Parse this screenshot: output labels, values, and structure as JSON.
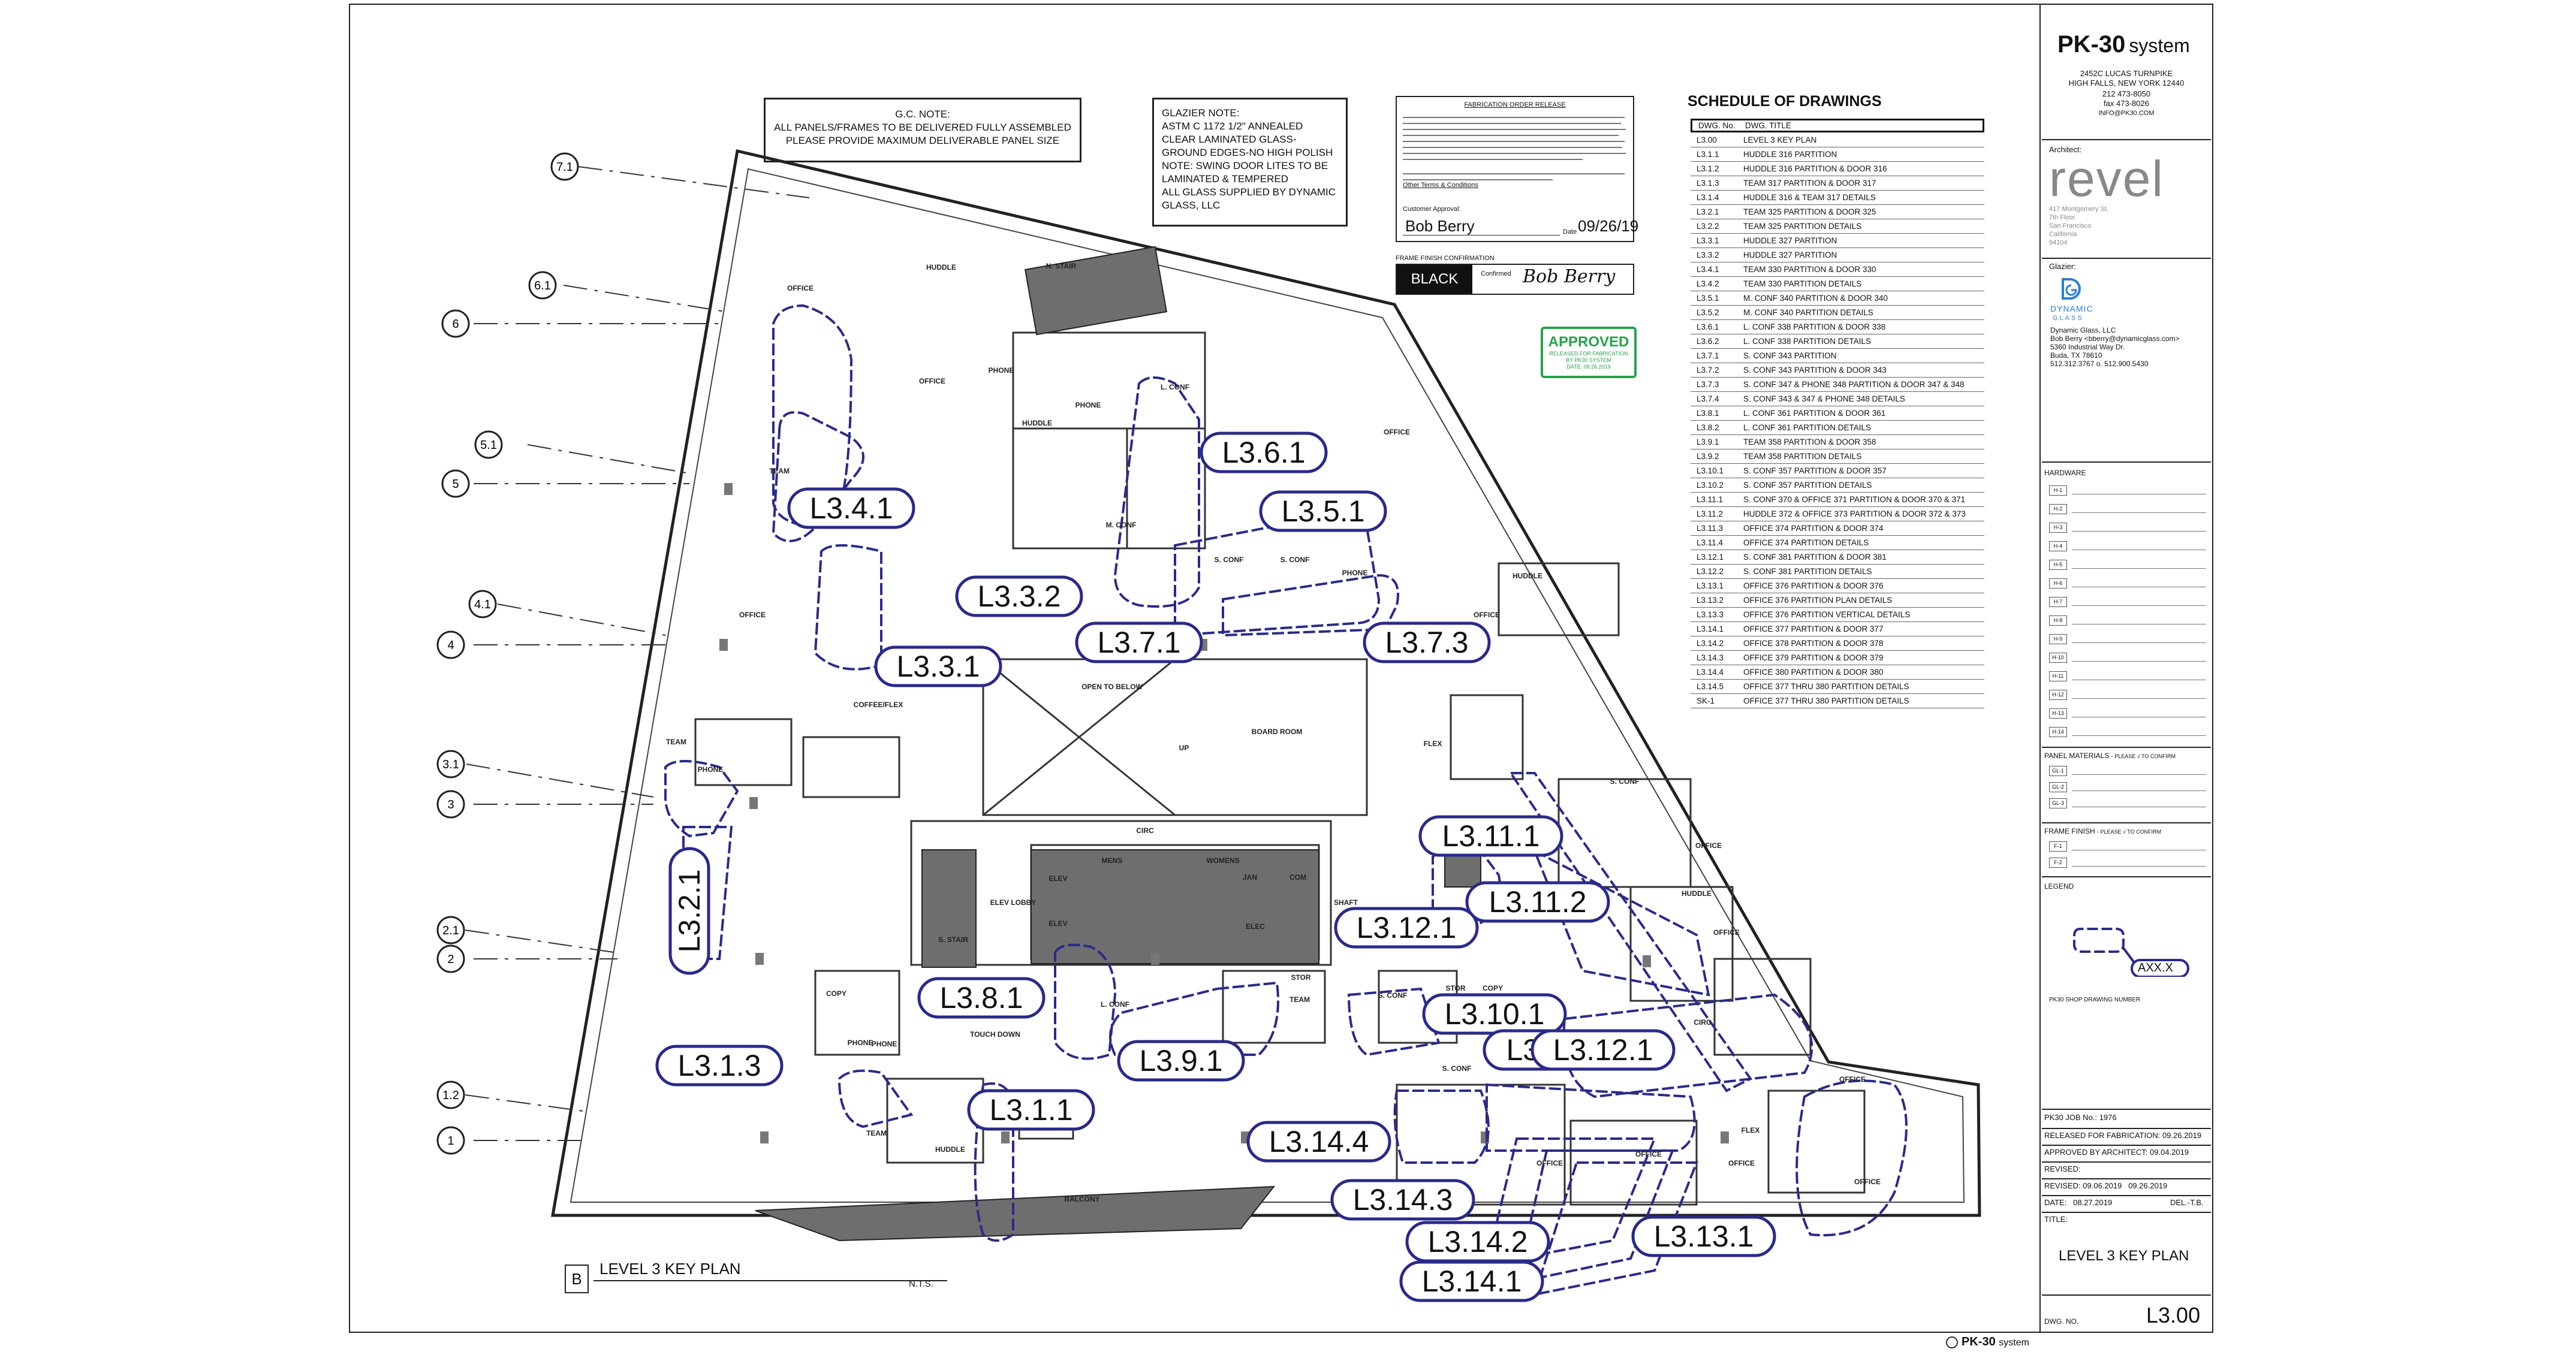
{
  "gc_note": {
    "title": "G.C. NOTE:",
    "line1": "ALL PANELS/FRAMES TO BE DELIVERED FULLY ASSEMBLED",
    "line2": "PLEASE PROVIDE MAXIMUM DELIVERABLE PANEL SIZE"
  },
  "glazier_note": {
    "title": "GLAZIER NOTE:",
    "lines": [
      "ASTM C 1172 1/2\" ANNEALED",
      "CLEAR LAMINATED GLASS-",
      "GROUND EDGES-NO HIGH POLISH",
      "NOTE: SWING DOOR LITES TO BE",
      "LAMINATED & TEMPERED",
      "ALL GLASS SUPPLIED BY DYNAMIC",
      "GLASS, LLC"
    ]
  },
  "release": {
    "title": "FABRICATION ORDER RELEASE",
    "other_terms": "Other Terms & Conditions",
    "customer_approval": "Customer Approval:",
    "signer": "Bob Berry",
    "date_label": "Date",
    "date": "09/26/19"
  },
  "finish_confirm": {
    "title": "FRAME FINISH CONFIRMATION",
    "color": "BLACK",
    "confirm_label": "Confirmed",
    "signature": "Bob Berry"
  },
  "stamp": {
    "title": "APPROVED",
    "line1": "RELEASED FOR FABRICATION",
    "line2": "BY PK30 SYSTEM",
    "line3": "DATE: 09.26.2019"
  },
  "schedule": {
    "title": "SCHEDULE OF DRAWINGS",
    "col_no": "DWG. No.",
    "col_title": "DWG. TITLE",
    "rows": [
      {
        "no": "L3.00",
        "title": "LEVEL 3 KEY PLAN"
      },
      {
        "no": "L3.1.1",
        "title": "HUDDLE 316 PARTITION"
      },
      {
        "no": "L3.1.2",
        "title": "HUDDLE 316 PARTITION & DOOR 316"
      },
      {
        "no": "L3.1.3",
        "title": "TEAM 317 PARTITION & DOOR 317"
      },
      {
        "no": "L3.1.4",
        "title": "HUDDLE 316 & TEAM 317 DETAILS"
      },
      {
        "no": "L3.2.1",
        "title": "TEAM 325 PARTITION & DOOR 325"
      },
      {
        "no": "L3.2.2",
        "title": "TEAM 325 PARTITION DETAILS"
      },
      {
        "no": "L3.3.1",
        "title": "HUDDLE 327 PARTITION"
      },
      {
        "no": "L3.3.2",
        "title": "HUDDLE 327 PARTITION"
      },
      {
        "no": "L3.4.1",
        "title": "TEAM 330 PARTITION & DOOR 330"
      },
      {
        "no": "L3.4.2",
        "title": "TEAM 330 PARTITION DETAILS"
      },
      {
        "no": "L3.5.1",
        "title": "M. CONF 340 PARTITION & DOOR 340"
      },
      {
        "no": "L3.5.2",
        "title": "M. CONF 340 PARTITION DETAILS"
      },
      {
        "no": "L3.6.1",
        "title": "L. CONF 338 PARTITION & DOOR 338"
      },
      {
        "no": "L3.6.2",
        "title": "L. CONF 338 PARTITION DETAILS"
      },
      {
        "no": "L3.7.1",
        "title": "S. CONF 343 PARTITION"
      },
      {
        "no": "L3.7.2",
        "title": "S. CONF 343 PARTITION & DOOR 343"
      },
      {
        "no": "L3.7.3",
        "title": "S. CONF 347 & PHONE 348 PARTITION & DOOR 347 & 348"
      },
      {
        "no": "L3.7.4",
        "title": "S. CONF 343 & 347 & PHONE 348 DETAILS"
      },
      {
        "no": "L3.8.1",
        "title": "L. CONF 361 PARTITION & DOOR 361"
      },
      {
        "no": "L3.8.2",
        "title": "L. CONF 361 PARTITION DETAILS"
      },
      {
        "no": "L3.9.1",
        "title": "TEAM 358 PARTITION & DOOR 358"
      },
      {
        "no": "L3.9.2",
        "title": "TEAM 358 PARTITION DETAILS"
      },
      {
        "no": "L3.10.1",
        "title": "S. CONF 357 PARTITION & DOOR 357"
      },
      {
        "no": "L3.10.2",
        "title": "S. CONF 357 PARTITION DETAILS"
      },
      {
        "no": "L3.11.1",
        "title": "S. CONF 370 & OFFICE 371 PARTITION & DOOR 370 & 371"
      },
      {
        "no": "L3.11.2",
        "title": "HUDDLE 372 & OFFICE 373 PARTITION & DOOR 372 & 373"
      },
      {
        "no": "L3.11.3",
        "title": "OFFICE 374 PARTITION & DOOR 374"
      },
      {
        "no": "L3.11.4",
        "title": "OFFICE 374 PARTITION DETAILS"
      },
      {
        "no": "L3.12.1",
        "title": "S. CONF 381 PARTITION & DOOR 381"
      },
      {
        "no": "L3.12.2",
        "title": "S. CONF 381 PARTITION DETAILS"
      },
      {
        "no": "L3.13.1",
        "title": "OFFICE 376 PARTITION & DOOR 376"
      },
      {
        "no": "L3.13.2",
        "title": "OFFICE 376 PARTITION PLAN DETAILS"
      },
      {
        "no": "L3.13.3",
        "title": "OFFICE 376 PARTITION VERTICAL DETAILS"
      },
      {
        "no": "L3.14.1",
        "title": "OFFICE 377 PARTITION & DOOR 377"
      },
      {
        "no": "L3.14.2",
        "title": "OFFICE 378 PARTITION & DOOR 378"
      },
      {
        "no": "L3.14.3",
        "title": "OFFICE 379 PARTITION & DOOR 379"
      },
      {
        "no": "L3.14.4",
        "title": "OFFICE 380 PARTITION & DOOR 380"
      },
      {
        "no": "L3.14.5",
        "title": "OFFICE 377 THRU 380 PARTITION DETAILS"
      },
      {
        "no": "SK-1",
        "title": "OFFICE 377 THRU 380 PARTITION DETAILS"
      }
    ]
  },
  "title_block": {
    "brand": "PK-30",
    "brand_suffix": "system",
    "address1": "2452C LUCAS TURNPIKE",
    "address2": "HIGH FALLS, NEW YORK 12440",
    "phone": "212 473-8050",
    "fax": "fax 473-8026",
    "email": "INFO@PK30.COM",
    "architect_label": "Architect:",
    "architect_name": "revel",
    "architect_address": [
      "417 Montgomery St.",
      "7th Floor",
      "San Francisco",
      "California",
      "94104"
    ],
    "glazier_label": "Glazier:",
    "glazier_logo_text1": "DYNAMIC",
    "glazier_logo_text2": "GLASS",
    "glazier_lines": [
      "Dynamic Glass, LLC",
      "Bob Berry <bberry@dynamicglass.com>",
      "5360 Industrial Way Dr.",
      "Buda, TX 78610",
      "512.312.3767 o. 512.900.5430"
    ],
    "hardware_label": "HARDWARE",
    "hardware_codes": [
      "H-1",
      "H-2",
      "H-3",
      "H-4",
      "H-5",
      "H-6",
      "H-7",
      "H-8",
      "H-9",
      "H-10",
      "H-11",
      "H-12",
      "H-13",
      "H-14"
    ],
    "panel_materials_label": "PANEL MATERIALS",
    "panel_materials_note": "- PLEASE √ TO CONFIRM",
    "panel_codes": [
      "GL-1",
      "GL-2",
      "GL-3"
    ],
    "frame_finish_label": "FRAME FINISH",
    "frame_finish_note": "- PLEASE √ TO CONFIRM",
    "frame_codes": [
      "F-1",
      "F-2"
    ],
    "legend_label": "LEGEND",
    "legend_tag": "AXX.X",
    "legend_caption": "PK30 SHOP DRAWING NUMBER",
    "job_no": "PK30 JOB No.: 1976",
    "released": "RELEASED FOR FABRICATION: 09.26.2019",
    "approved": "APPROVED BY ARCHITECT: 09.04.2019",
    "revised_label": "REVISED:",
    "revised": "REVISED: 09.06.2019   09.26.2019",
    "date_line": "DATE:   08.27.2019",
    "del": "DEL.-T.B.",
    "title_label": "TITLE:",
    "sheet_title": "LEVEL 3 KEY PLAN",
    "dwg_no_label": "DWG. NO.",
    "dwg_no": "L3.00"
  },
  "footer": {
    "brand": "PK-30",
    "suffix": "system"
  },
  "plan": {
    "title": "LEVEL 3 KEY PLAN",
    "tag": "B",
    "scale": "N.T.S.",
    "grid_bubbles": [
      "7.1",
      "6.1",
      "6",
      "5.1",
      "5",
      "4.1",
      "4",
      "3.1",
      "3",
      "2.1",
      "2",
      "1.2",
      "1"
    ],
    "callouts": [
      "L3.1.1",
      "L3.1.3",
      "L3.2.1",
      "L3.3.1",
      "L3.3.2",
      "L3.4.1",
      "L3.5.1",
      "L3.6.1",
      "L3.7.1",
      "L3.7.3",
      "L3.8.1",
      "L3.9.1",
      "L3.10.1",
      "L3.11.1",
      "L3.11.2",
      "L3.11.3",
      "L3.12.1",
      "L3.12.1",
      "L3.13.1",
      "L3.14.1",
      "L3.14.2",
      "L3.14.3",
      "L3.14.4"
    ],
    "rooms": [
      "OFFICE",
      "HUDDLE",
      "N. STAIR",
      "PHONE",
      "OFFICE",
      "TEAM",
      "M. CONF",
      "L. CONF",
      "PHONE",
      "HUDDLE",
      "OFFICE",
      "S. CONF",
      "S. CONF",
      "PHONE",
      "OFFICE",
      "HUDDLE",
      "OFFICE",
      "COFFEE/FLEX",
      "OPEN TO BELOW",
      "BOARD ROOM",
      "FLEX",
      "TEAM",
      "PHONE",
      "ELEV LOBBY",
      "ELEV",
      "ELEV",
      "MENS",
      "WOMENS",
      "JAN",
      "COM",
      "SHAFT",
      "ELEC",
      "S. STAIR",
      "CIRC",
      "S. CONF",
      "OFFICE",
      "HUDDLE",
      "OFFICE",
      "L. CONF",
      "STOR",
      "TEAM",
      "S. CONF",
      "STOR",
      "COPY",
      "TOUCH DOWN",
      "PHONE",
      "PHONE",
      "COPY",
      "TEAM",
      "HUDDLE",
      "BALCONY",
      "S. CONF",
      "OFFICE",
      "OFFICE",
      "OFFICE",
      "OFFICE",
      "FLEX",
      "OFFICE",
      "CIRC",
      "UP"
    ]
  }
}
